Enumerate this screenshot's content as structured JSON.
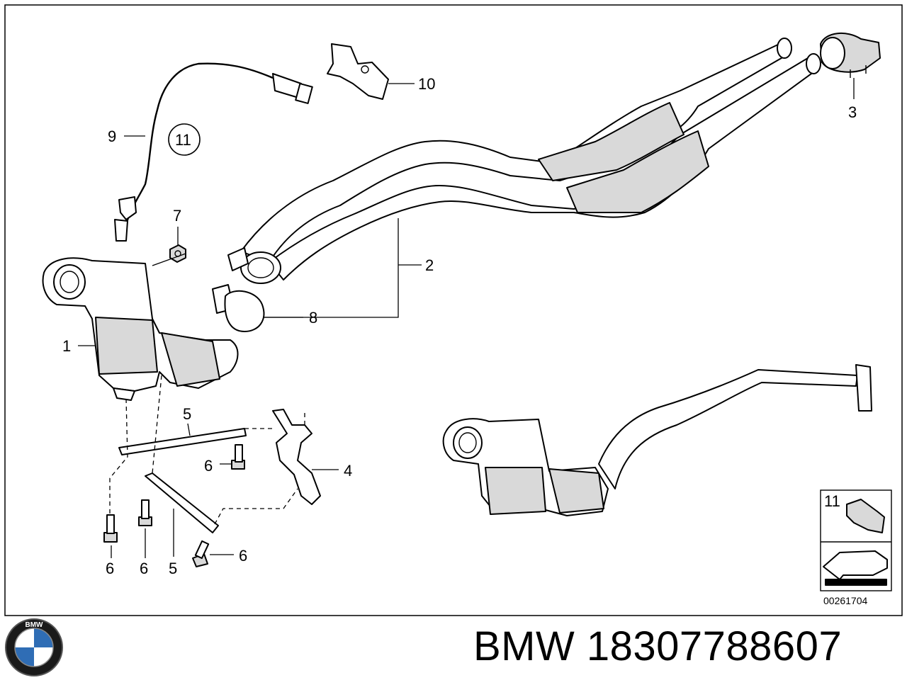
{
  "diagram": {
    "doc_number": "00261704",
    "callouts": {
      "c1": "1",
      "c2": "2",
      "c3": "3",
      "c4": "4",
      "c5a": "5",
      "c5b": "5",
      "c6a": "6",
      "c6b": "6",
      "c6c": "6",
      "c6d": "6",
      "c7": "7",
      "c8": "8",
      "c9": "9",
      "c10": "10",
      "c11_circle": "11",
      "c11_inset": "11"
    }
  },
  "branding": {
    "brand": "BMW",
    "part_number": "18307788607",
    "logo_letters": "BMW"
  }
}
